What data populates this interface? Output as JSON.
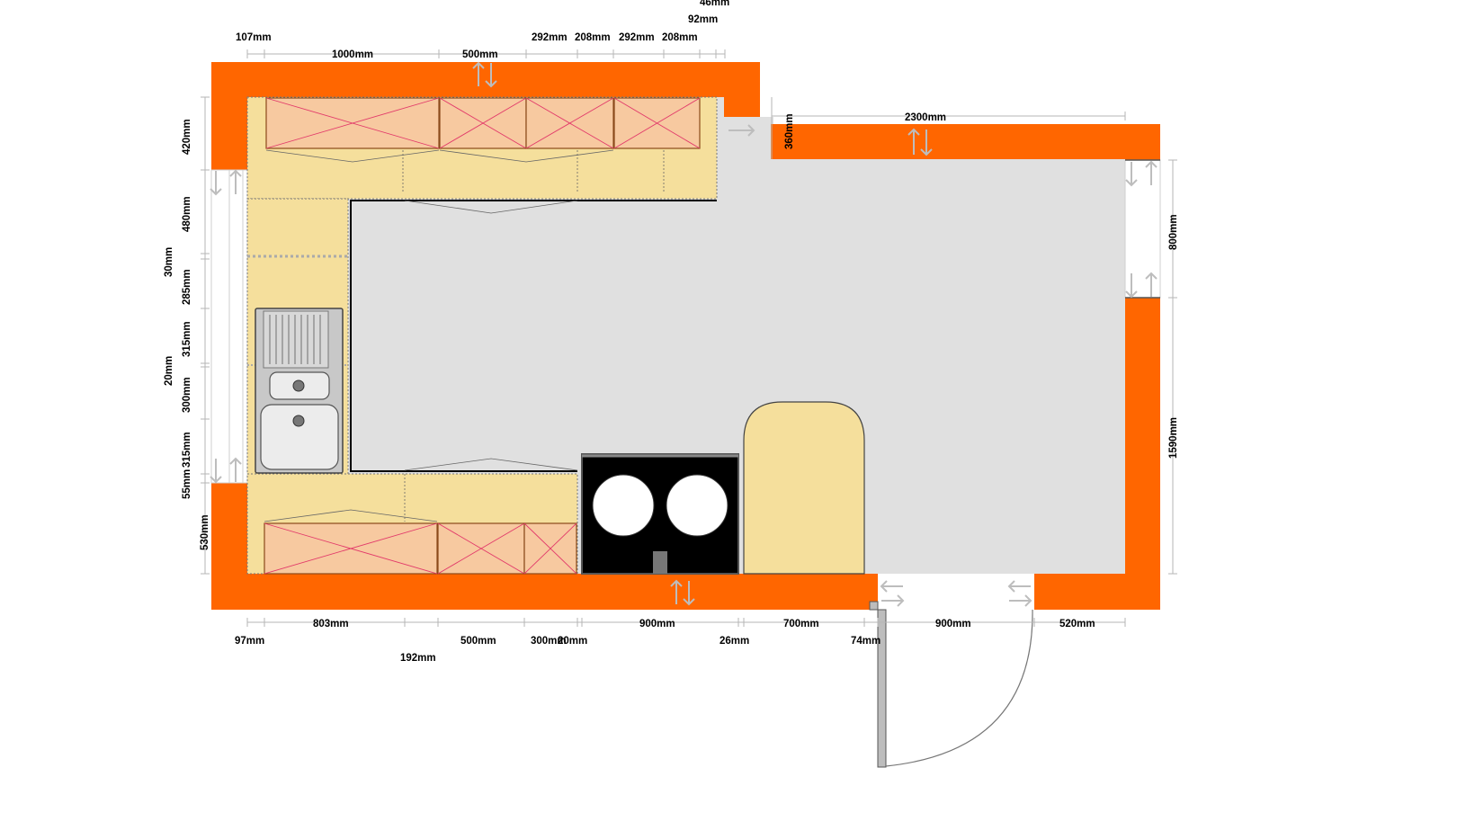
{
  "plan": {
    "colors": {
      "wall": "#ff6600",
      "floor": "#e0e0e0",
      "counter": "#f5df9c",
      "cabinet": "#f7c9a0",
      "cabinet_cross": "#e23a6a",
      "hob": "#000000",
      "sink": "#bfbfbf"
    },
    "top_dimensions": {
      "d107": "107mm",
      "d1000": "1000mm",
      "d500": "500mm",
      "d292a": "292mm",
      "d208a": "208mm",
      "d292b": "292mm",
      "d208b": "208mm",
      "d92": "92mm",
      "d46": "46mm",
      "d2300": "2300mm",
      "d360": "360mm"
    },
    "left_dimensions": {
      "d420": "420mm",
      "d480": "480mm",
      "d30": "30mm",
      "d285": "285mm",
      "d315a": "315mm",
      "d20": "20mm",
      "d300": "300mm",
      "d315b": "315mm",
      "d55": "55mm",
      "d530": "530mm"
    },
    "right_dimensions": {
      "d800": "800mm",
      "d1590": "1590mm"
    },
    "bottom_dimensions": {
      "d803": "803mm",
      "d97": "97mm",
      "d192": "192mm",
      "d500": "500mm",
      "d300": "300mm",
      "d20": "20mm",
      "d900a": "900mm",
      "d26": "26mm",
      "d700": "700mm",
      "d74": "74mm",
      "d900b": "900mm",
      "d520": "520mm"
    }
  }
}
